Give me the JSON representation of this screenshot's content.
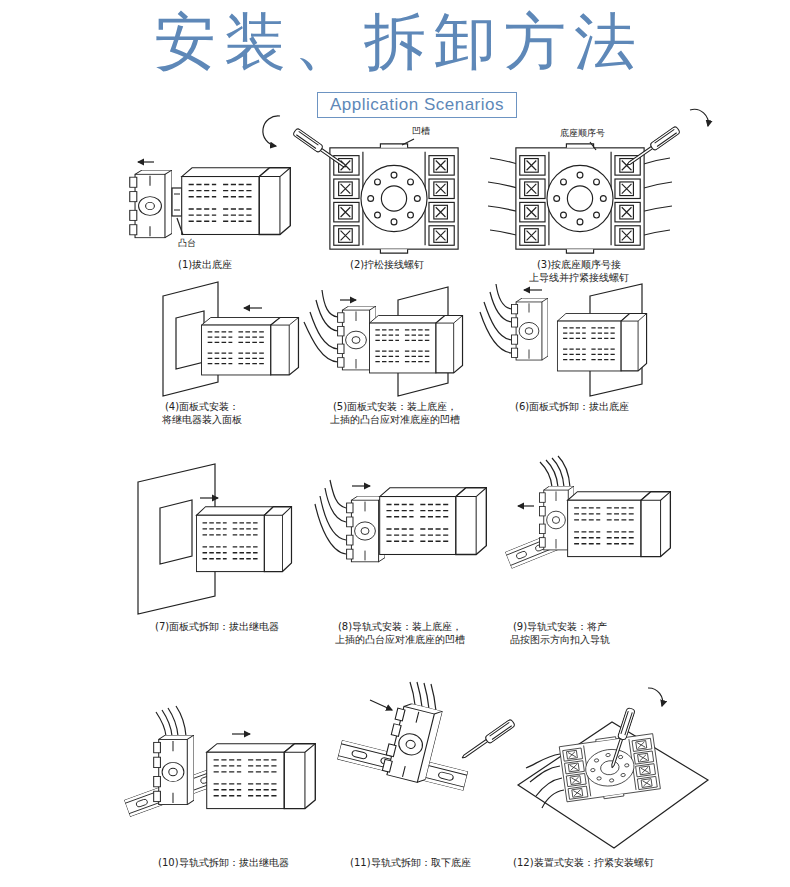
{
  "diagram": {
    "title": "安装、拆卸方法",
    "nodes": [
      {
        "text": [
          "Application Scenarios"
        ]
      }
    ],
    "labels": [
      "凸台",
      "(1)拔出底座",
      "凹槽",
      "(2)拧松接线螺钉",
      "底座顺序号",
      "(3)按底座顺序号接 上导线并拧紧接线螺钉",
      "(4)面板式安装： 将继电器装入面板",
      "(5)面板式安装：装上底座， 上插的凸台应对准底座的凹槽",
      "(6)面板式拆卸：拔出底座",
      "(7)面板式拆卸：拔出继电器",
      "(8)导轨式安装：装上底座， 上插的凸台应对准底座的凹槽",
      "(9)导轨式安装：将产 品按图示方向扣入导轨",
      "(10)导轨式拆卸：拔出继电器",
      "(11)导轨式拆卸：取下底座",
      "(12)装置式安装：拧紧安装螺钉"
    ]
  }
}
